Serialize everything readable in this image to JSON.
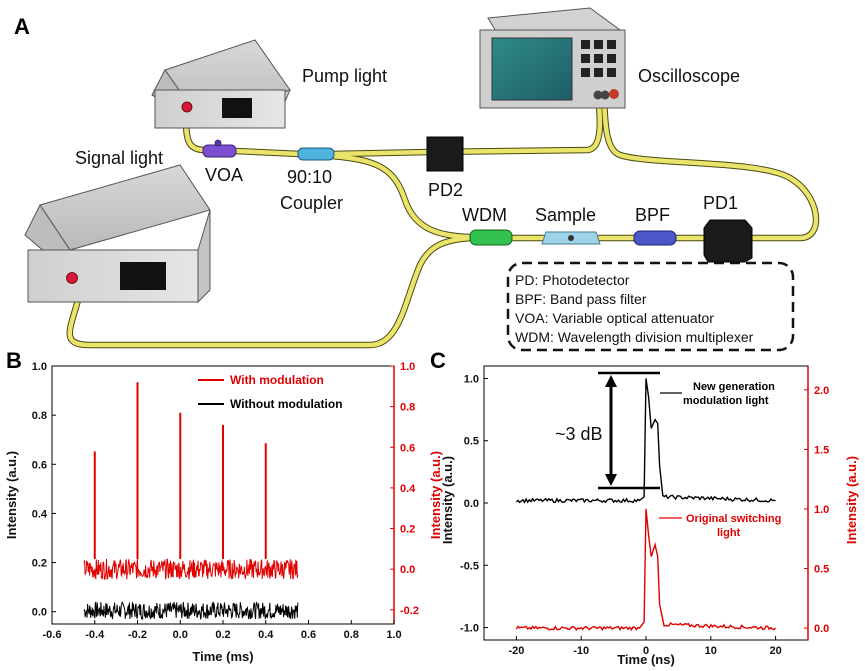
{
  "panel_a": {
    "letter": "A",
    "pump_light": "Pump light",
    "signal_light": "Signal light",
    "oscilloscope": "Oscilloscope",
    "voa": "VOA",
    "coupler_ratio": "90:10",
    "coupler": "Coupler",
    "pd2": "PD2",
    "wdm": "WDM",
    "sample": "Sample",
    "bpf": "BPF",
    "pd1": "PD1",
    "legend": [
      "PD: Photodetector",
      "BPF: Band pass filter",
      "VOA: Variable optical attenuator",
      "WDM:  Wavelength division multiplexer"
    ],
    "colors": {
      "fiber": "#e9e46a",
      "voa": "#7b4fcf",
      "coupler": "#4fb3df",
      "wdm": "#34c24f",
      "bpf": "#4b56c9",
      "detector": "#1a1a1a"
    }
  },
  "chart_data": [
    {
      "panel": "B",
      "type": "line",
      "xlabel": "Time (ms)",
      "ylabel": "Intensity (a.u.)",
      "ylabel_right": "Intensity (a.u.)",
      "xlim": [
        -0.6,
        1.0
      ],
      "ylim": [
        -0.05,
        1.0
      ],
      "ylim_right": [
        -0.27,
        1.0
      ],
      "xticks": [
        "-0.6",
        "-0.4",
        "-0.2",
        "0.0",
        "0.2",
        "0.4",
        "0.6",
        "0.8",
        "1.0"
      ],
      "yticks": [
        "0.0",
        "0.2",
        "0.4",
        "0.6",
        "0.8",
        "1.0"
      ],
      "yticks_right": [
        "-0.2",
        "0.0",
        "0.2",
        "0.4",
        "0.6",
        "0.8",
        "1.0"
      ],
      "series": [
        {
          "name": "With modulation",
          "color": "#e00000",
          "axis": "right",
          "noise_band": [
            -0.05,
            0.05
          ],
          "x_range": [
            -0.45,
            0.55
          ],
          "peaks": [
            {
              "x": -0.4,
              "y": 0.58
            },
            {
              "x": -0.2,
              "y": 0.92
            },
            {
              "x": 0.0,
              "y": 0.77
            },
            {
              "x": 0.2,
              "y": 0.71
            },
            {
              "x": 0.4,
              "y": 0.62
            }
          ]
        },
        {
          "name": "Without modulation",
          "color": "#000000",
          "axis": "left",
          "noise_band": [
            -0.03,
            0.04
          ],
          "x_range": [
            -0.45,
            0.55
          ]
        }
      ],
      "legend_position": "top-right"
    },
    {
      "panel": "C",
      "type": "line",
      "xlabel": "Time (ns)",
      "ylabel": "Intensity (a.u.)",
      "ylabel_right": "Intensity (a.u.)",
      "xlim": [
        -25,
        25
      ],
      "ylim": [
        -1.1,
        1.1
      ],
      "ylim_right": [
        -0.1,
        2.2
      ],
      "xticks": [
        "-20",
        "-10",
        "0",
        "10",
        "20"
      ],
      "yticks": [
        "-1.0",
        "-0.5",
        "0.0",
        "0.5",
        "1.0"
      ],
      "yticks_right": [
        "0.0",
        "0.5",
        "1.0",
        "1.5",
        "2.0"
      ],
      "series": [
        {
          "name": "New generation modulation light",
          "color": "#000000",
          "axis": "left",
          "points": [
            [
              -20,
              0.02
            ],
            [
              -1,
              0.02
            ],
            [
              -0.3,
              0.05
            ],
            [
              0,
              1.0
            ],
            [
              0.4,
              0.85
            ],
            [
              0.8,
              0.6
            ],
            [
              1.4,
              0.67
            ],
            [
              1.8,
              0.64
            ],
            [
              2.1,
              0.3
            ],
            [
              2.6,
              0.05
            ],
            [
              20,
              0.02
            ]
          ]
        },
        {
          "name": "Original switching light",
          "color": "#e00000",
          "axis": "right",
          "points": [
            [
              -20,
              0.0
            ],
            [
              -1,
              0.0
            ],
            [
              -0.3,
              0.05
            ],
            [
              0,
              1.0
            ],
            [
              0.4,
              0.78
            ],
            [
              0.8,
              0.6
            ],
            [
              1.4,
              0.7
            ],
            [
              1.8,
              0.6
            ],
            [
              2.1,
              0.2
            ],
            [
              2.8,
              0.03
            ],
            [
              20,
              0.0
            ]
          ]
        }
      ],
      "annotation": "~3 dB"
    }
  ],
  "panel_b": {
    "letter": "B",
    "legend_with": "With modulation",
    "legend_without": "Without modulation"
  },
  "panel_c": {
    "letter": "C",
    "annotation": "~3 dB",
    "label_black_1": "New generation",
    "label_black_2": "modulation light",
    "label_red_1": "Original switching",
    "label_red_2": "light"
  }
}
